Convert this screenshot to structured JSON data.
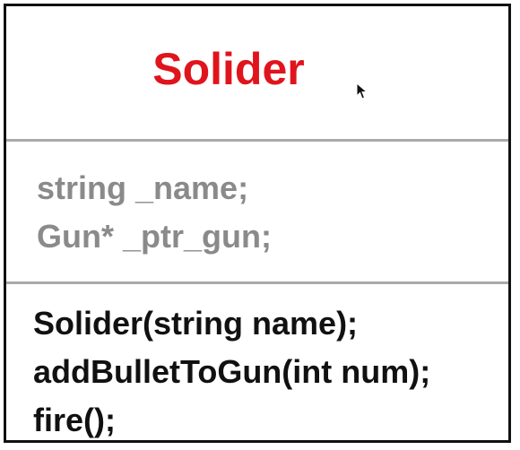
{
  "uml_class": {
    "name": "Solider",
    "attributes": [
      "string _name;",
      "Gun* _ptr_gun;"
    ],
    "methods": [
      "Solider(string name);",
      "addBulletToGun(int num);",
      "fire();"
    ]
  },
  "colors": {
    "title": "#e0141c",
    "attributes": "#8a8a8a",
    "methods": "#111111",
    "divider": "#a9a9a9",
    "border": "#111111"
  },
  "cursor_icon": "mouse-pointer-icon"
}
